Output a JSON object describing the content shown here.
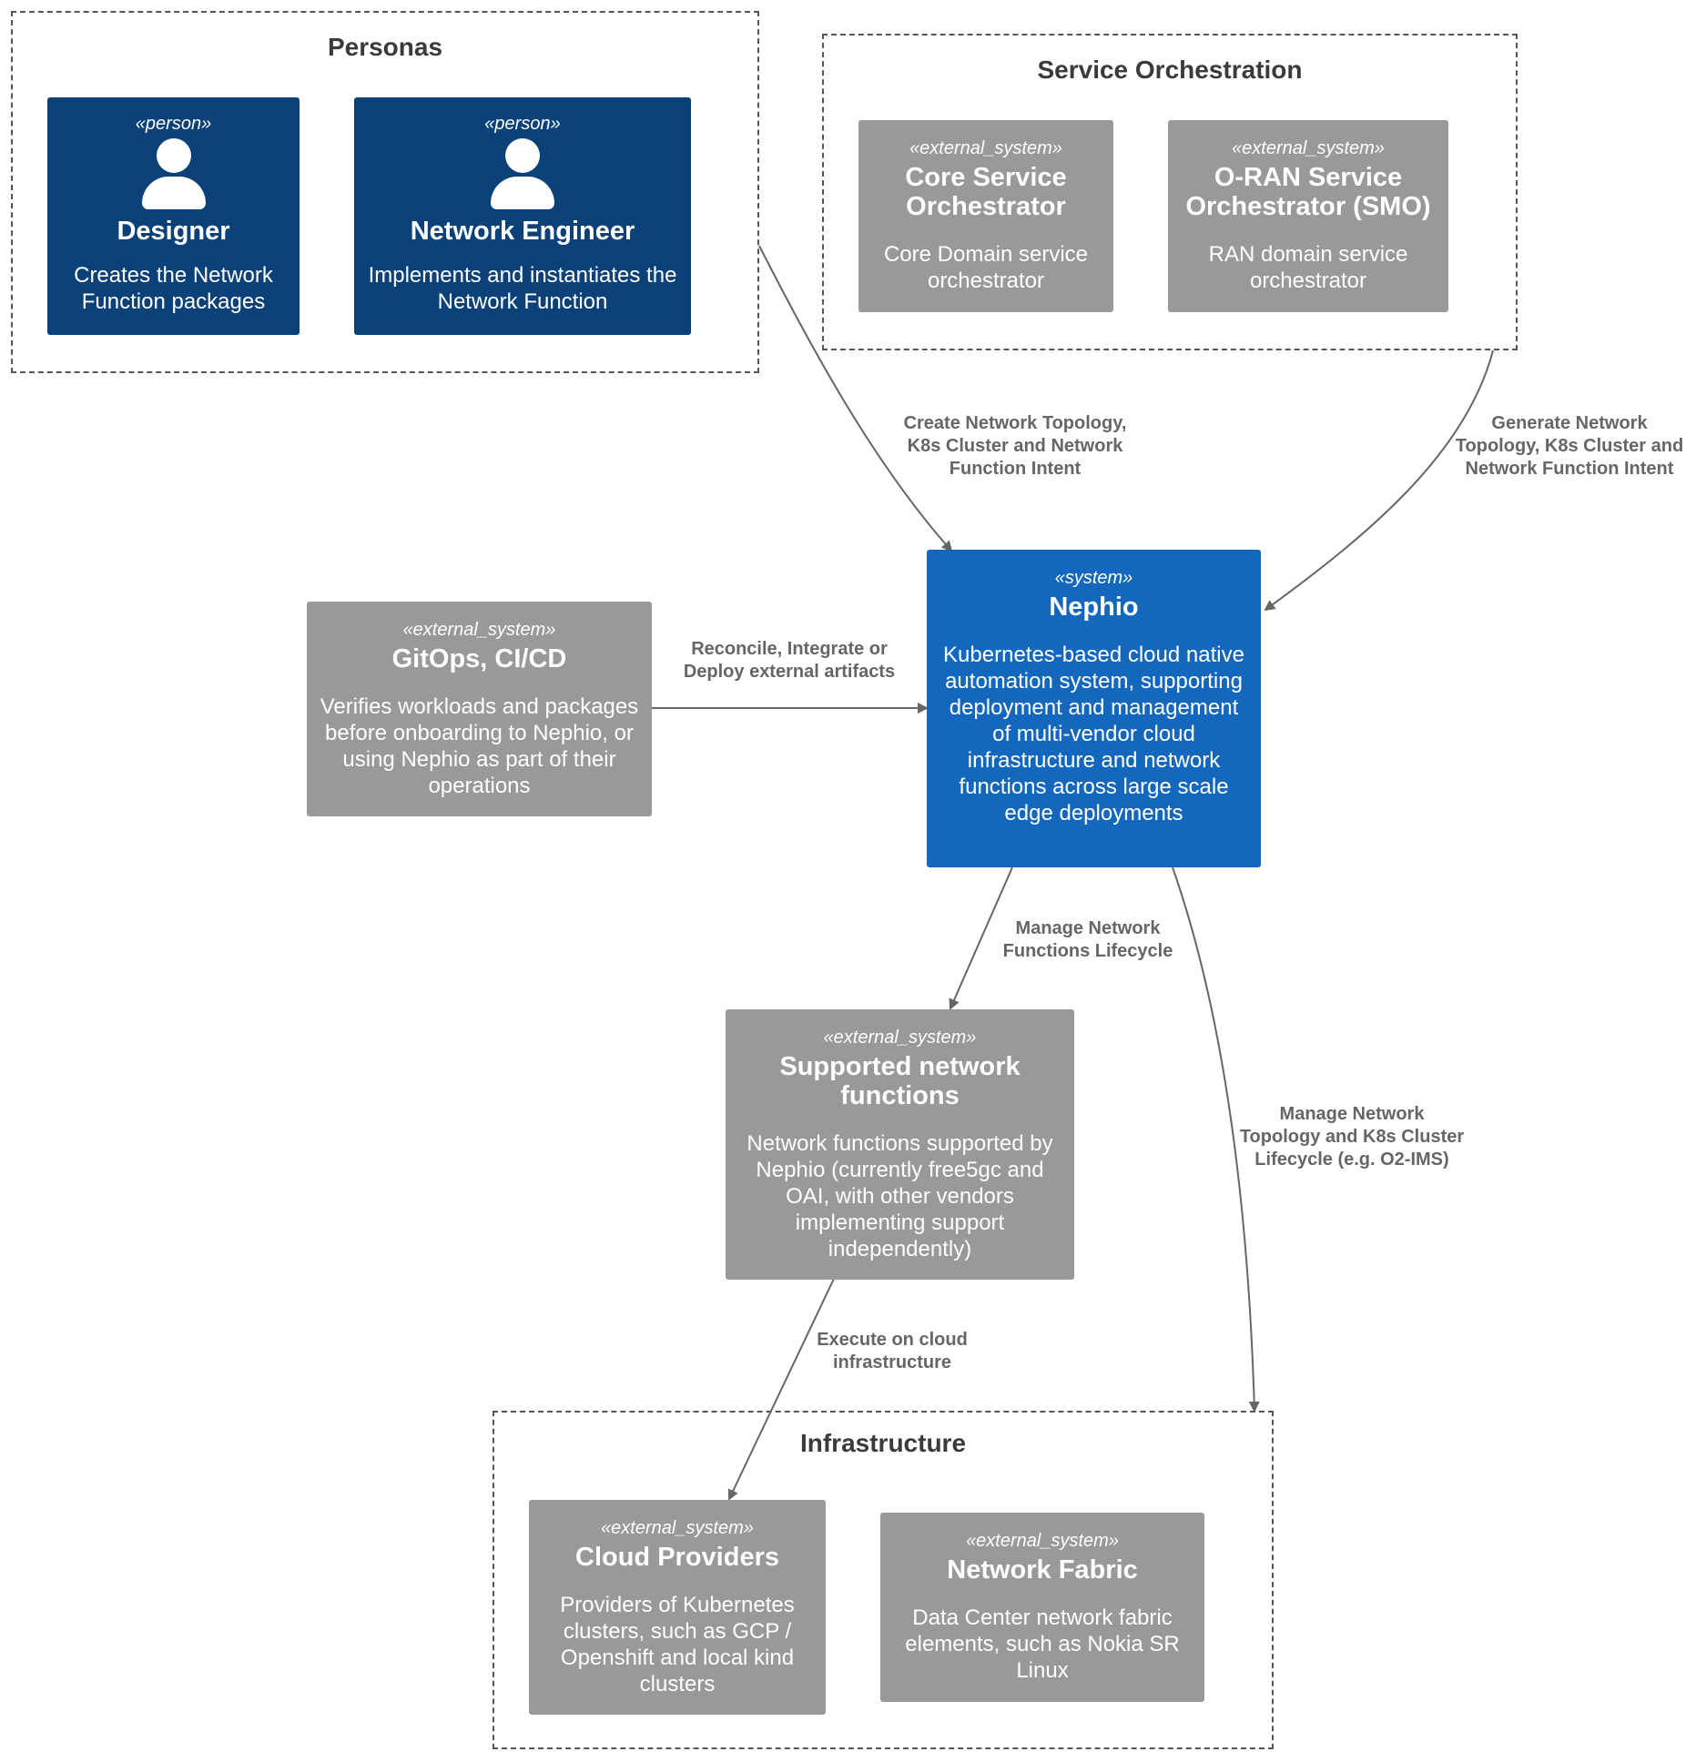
{
  "boundaries": {
    "personas": "Personas",
    "service_orchestration": "Service Orchestration",
    "infrastructure": "Infrastructure"
  },
  "nodes": {
    "designer": {
      "stereotype": "«person»",
      "name": "Designer",
      "description": "Creates the Network Function packages"
    },
    "network_engineer": {
      "stereotype": "«person»",
      "name": "Network Engineer",
      "description": "Implements and instantiates the Network Function"
    },
    "core_orchestrator": {
      "stereotype": "«external_system»",
      "name": "Core Service Orchestrator",
      "description": "Core Domain service orchestrator"
    },
    "smo": {
      "stereotype": "«external_system»",
      "name": "O-RAN Service Orchestrator (SMO)",
      "description": "RAN domain service orchestrator"
    },
    "gitops": {
      "stereotype": "«external_system»",
      "name": "GitOps, CI/CD",
      "description": "Verifies workloads and packages before onboarding to Nephio, or using Nephio as part of their operations"
    },
    "nephio": {
      "stereotype": "«system»",
      "name": "Nephio",
      "description": "Kubernetes-based cloud native automation system, supporting deployment and management of multi-vendor cloud infrastructure and network functions across large scale edge deployments"
    },
    "network_functions": {
      "stereotype": "«external_system»",
      "name": "Supported network functions",
      "description": "Network functions supported by Nephio (currently free5gc and OAI, with other vendors implementing support independently)"
    },
    "cloud_providers": {
      "stereotype": "«external_system»",
      "name": "Cloud Providers",
      "description": "Providers of Kubernetes clusters, such as GCP / Openshift and local kind clusters"
    },
    "network_fabric": {
      "stereotype": "«external_system»",
      "name": "Network Fabric",
      "description": "Data Center network fabric elements, such as Nokia SR Linux"
    }
  },
  "relations": {
    "personas_to_nephio": "Create Network Topology, K8s Cluster and Network Function Intent",
    "orchestration_to_nephio": "Generate Network Topology, K8s Cluster and Network Function Intent",
    "gitops_to_nephio": "Reconcile, Integrate or Deploy external artifacts",
    "nephio_to_network_functions": "Manage Network Functions Lifecycle",
    "nephio_to_infrastructure": "Manage Network Topology and K8s Cluster Lifecycle (e.g. O2-IMS)",
    "network_functions_to_cloud": "Execute on cloud infrastructure"
  },
  "colors": {
    "person": "#0a4178",
    "system": "#1368bd",
    "external_system": "#999999",
    "arrow": "#666666",
    "boundary": "#555555"
  }
}
